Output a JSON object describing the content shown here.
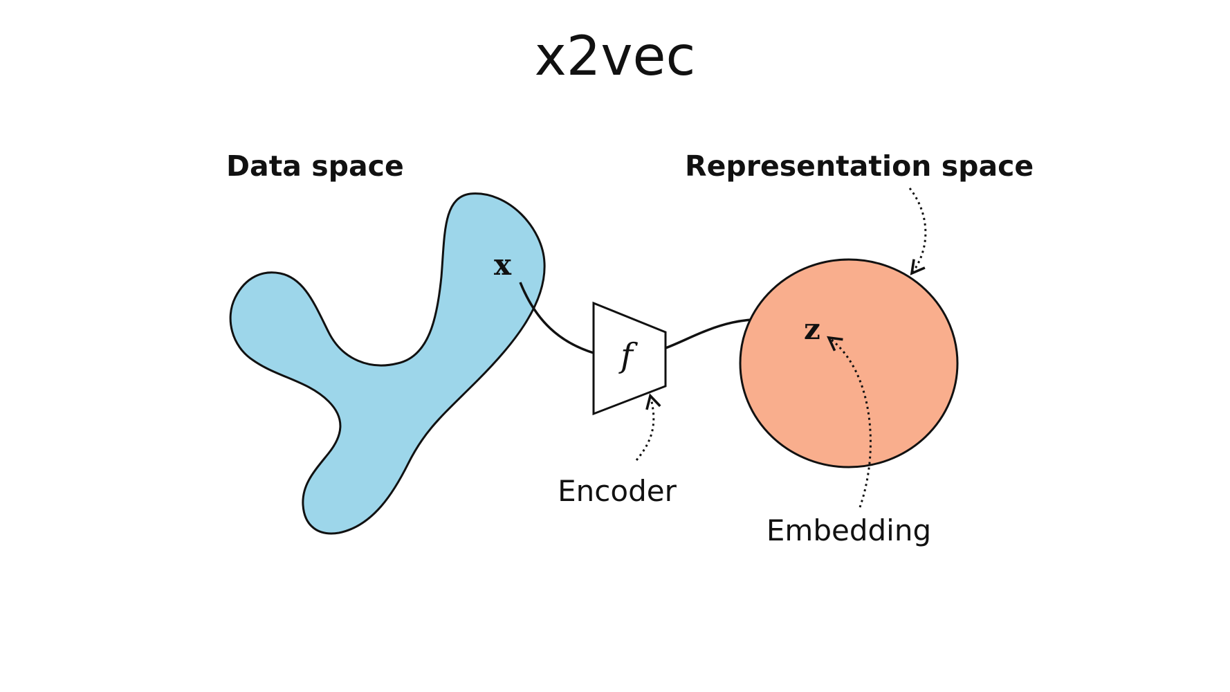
{
  "title": "x2vec",
  "data_space": {
    "label": "Data space",
    "point_label": "x",
    "fill_color": "#9dd6ea"
  },
  "representation_space": {
    "label": "Representation space",
    "point_label": "z",
    "fill_color": "#f9ae8d"
  },
  "encoder": {
    "symbol": "f",
    "label": "Encoder"
  },
  "embedding": {
    "label": "Embedding"
  },
  "colors": {
    "stroke": "#111111",
    "background": "#ffffff"
  }
}
